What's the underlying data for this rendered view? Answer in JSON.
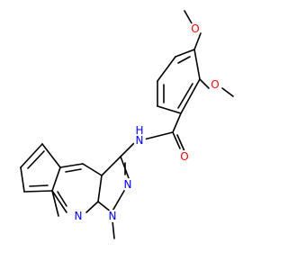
{
  "molecule": {
    "atoms": {
      "o_upper": {
        "text": "O",
        "color": "#ff0000"
      },
      "o_lower": {
        "text": "O",
        "color": "#ff0000"
      },
      "o_carbonyl": {
        "text": "O",
        "color": "#ff0000"
      },
      "n_amide": {
        "text": "N",
        "color": "#0000ff"
      },
      "h_amide": {
        "text": "H",
        "color": "#0000ff"
      },
      "n_pyrazole_2": {
        "text": "N",
        "color": "#0000ff"
      },
      "n_pyrazole_1": {
        "text": "N",
        "color": "#0000ff"
      },
      "n_quinoline": {
        "text": "N",
        "color": "#0000ff"
      }
    }
  }
}
